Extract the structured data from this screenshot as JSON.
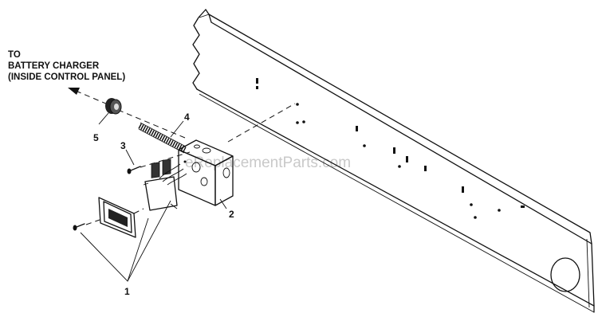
{
  "note": {
    "lines": [
      "TO",
      "BATTERY CHARGER",
      "(INSIDE CONTROL PANEL)"
    ]
  },
  "callouts": {
    "item1": "1",
    "item2": "2",
    "item3": "3",
    "item4": "4",
    "item5": "5"
  },
  "watermark": "eReplacementParts.com"
}
